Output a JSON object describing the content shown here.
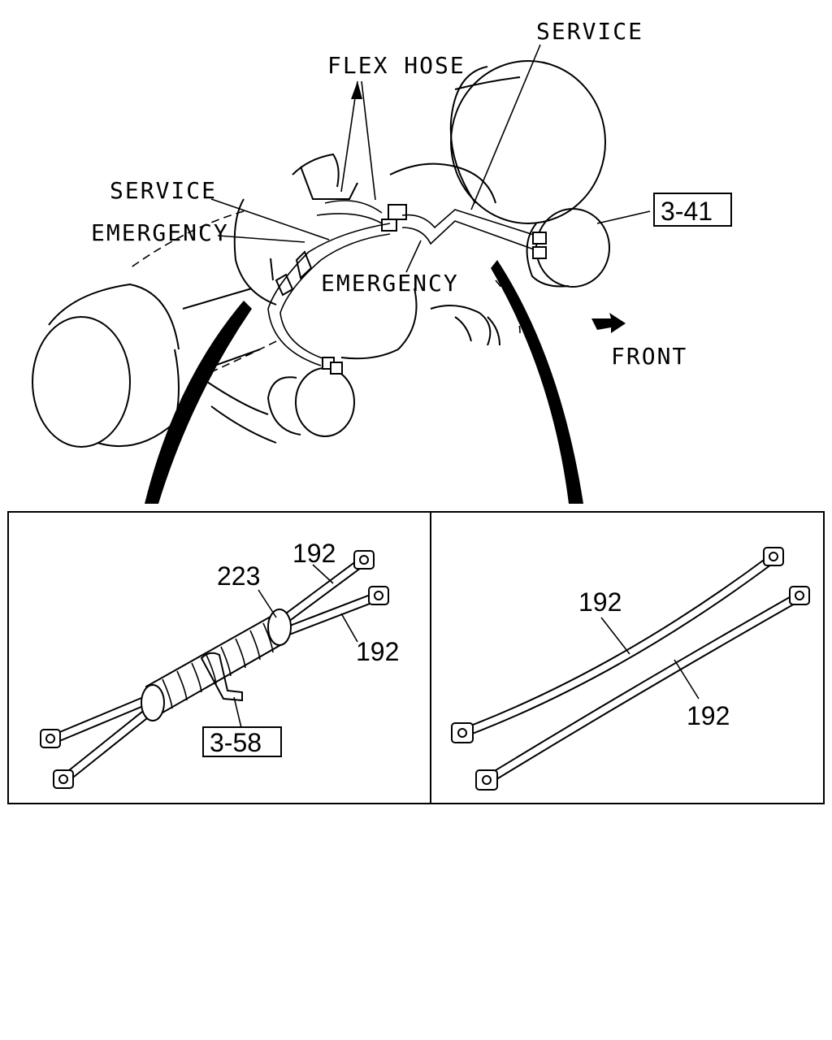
{
  "labels": {
    "service_top": "SERVICE",
    "flex_hose": "FLEX HOSE",
    "service_left": "SERVICE",
    "emergency_left": "EMERGENCY",
    "emergency_mid": "EMERGENCY",
    "front": "FRONT",
    "ref_top": "3-41"
  },
  "left_detail": {
    "part_a": "192",
    "part_b": "223",
    "part_c": "192",
    "ref": "3-58"
  },
  "right_detail": {
    "part_a": "192",
    "part_b": "192"
  }
}
